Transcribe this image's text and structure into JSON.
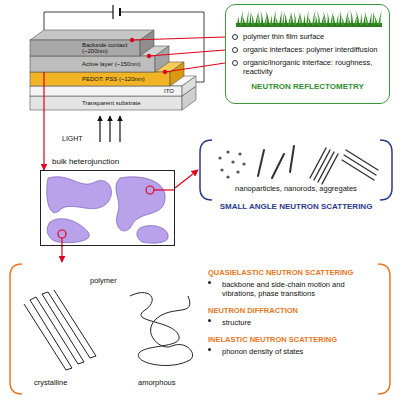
{
  "diagram": {
    "nodes": [
      {
        "text": [
          "Backside contact (~200nm)"
        ]
      },
      {
        "text": [
          "Active layer (~150nm)"
        ]
      },
      {
        "text": [
          "PEDOT: PSS (~120nm)"
        ]
      },
      {
        "text": [
          "ITO"
        ]
      },
      {
        "text": [
          "Transparent substrate"
        ]
      },
      {
        "text": [
          "polymer thin film surface",
          "organic interfaces: polymer interdiffusion",
          "organic/inorganic interface: roughness, reactivity",
          "NEUTRON REFLECTOMETRY"
        ]
      },
      {
        "text": [
          "bulk heterojunction"
        ]
      },
      {
        "text": [
          "nanoparticles, nanorods, aggregates",
          "SMALL ANGLE NEUTRON SCATTERING"
        ]
      },
      {
        "text": [
          "polymer",
          "crystalline",
          "amorphous",
          "QUASIELASTIC NEUTRON SCATTERING",
          "backbone and side-chain motion and vibrations, phase transitions",
          "NEUTRON DIFFRACTION",
          "structure",
          "INELASTIC NEUTRON SCATTERING",
          "phonon density of states"
        ]
      }
    ],
    "edges": [
      {
        "from": 0,
        "to": 5,
        "arrow": "none"
      },
      {
        "from": 1,
        "to": 5,
        "arrow": "none"
      },
      {
        "from": 2,
        "to": 5,
        "arrow": "none"
      },
      {
        "from": 1,
        "to": 6,
        "arrow": "to"
      },
      {
        "from": 6,
        "to": 7,
        "arrow": "to"
      },
      {
        "from": 6,
        "to": 8,
        "arrow": "to"
      }
    ],
    "labels": [
      "LIGHT"
    ]
  }
}
